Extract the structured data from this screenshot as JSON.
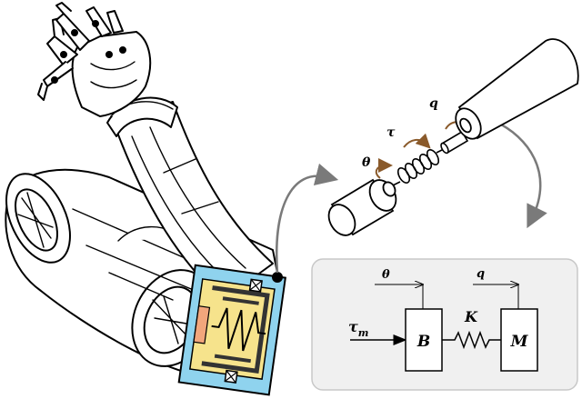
{
  "arm_section": {
    "labels": {
      "theta": "θ",
      "tau": "τ",
      "q": "q"
    }
  },
  "block_diagram": {
    "theta": "θ",
    "q": "q",
    "input_tau": "τ",
    "input_sub": "m",
    "motor_block": "B",
    "spring": "K",
    "link_block": "M"
  },
  "colors": {
    "actuator_blue": "#8fd3ee",
    "actuator_yellow": "#f6e38c",
    "actuator_orange": "#f2a67c",
    "panel_bg": "#f0f0f0",
    "panel_border": "#c8c8c8",
    "arrow_gray": "#7a7a7a",
    "rotation_arrow": "#8a5a2b"
  },
  "icons": {
    "robot_arm": "robotic-arm-illustration",
    "actuator": "series-elastic-actuator-icon",
    "motor": "motor-cylinder-icon",
    "spring": "torsion-spring-icon",
    "link": "link-cone-icon"
  }
}
